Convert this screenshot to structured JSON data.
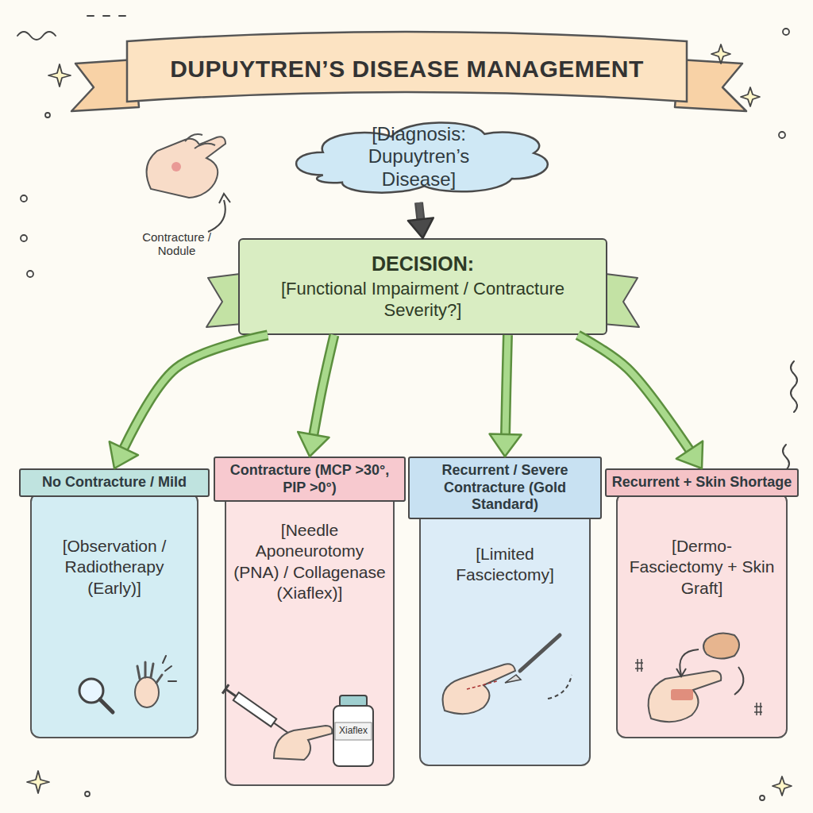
{
  "diagram": {
    "title": "DUPUYTREN’S DISEASE MANAGEMENT",
    "nodes": [
      {
        "text": [
          "[Diagnosis: Dupuytren’s Disease]"
        ]
      },
      {
        "text": [
          "DECISION:",
          "[Functional Impairment / Contracture Severity?]"
        ]
      },
      {
        "text": [
          "No Contracture / Mild",
          "[Observation / Radiotherapy (Early)]"
        ]
      },
      {
        "text": [
          "Contracture (MCP >30°, PIP >0°)",
          "[Needle Aponeurotomy (PNA) / Collagenase (Xiaflex)]"
        ]
      },
      {
        "text": [
          "Recurrent / Severe Contracture (Gold Standard)",
          "[Limited Fasciectomy]"
        ]
      },
      {
        "text": [
          "Recurrent + Skin Shortage",
          "[Dermo- Fasciectomy + Skin Graft]"
        ]
      }
    ],
    "edges": [
      {
        "from": 0,
        "to": 1,
        "arrow": "to"
      },
      {
        "from": 1,
        "to": 2,
        "arrow": "to"
      },
      {
        "from": 1,
        "to": 3,
        "arrow": "to"
      },
      {
        "from": 1,
        "to": 4,
        "arrow": "to"
      },
      {
        "from": 1,
        "to": 5,
        "arrow": "to"
      }
    ],
    "labels": [
      "Contracture / Nodule",
      "Xiaflex"
    ]
  }
}
